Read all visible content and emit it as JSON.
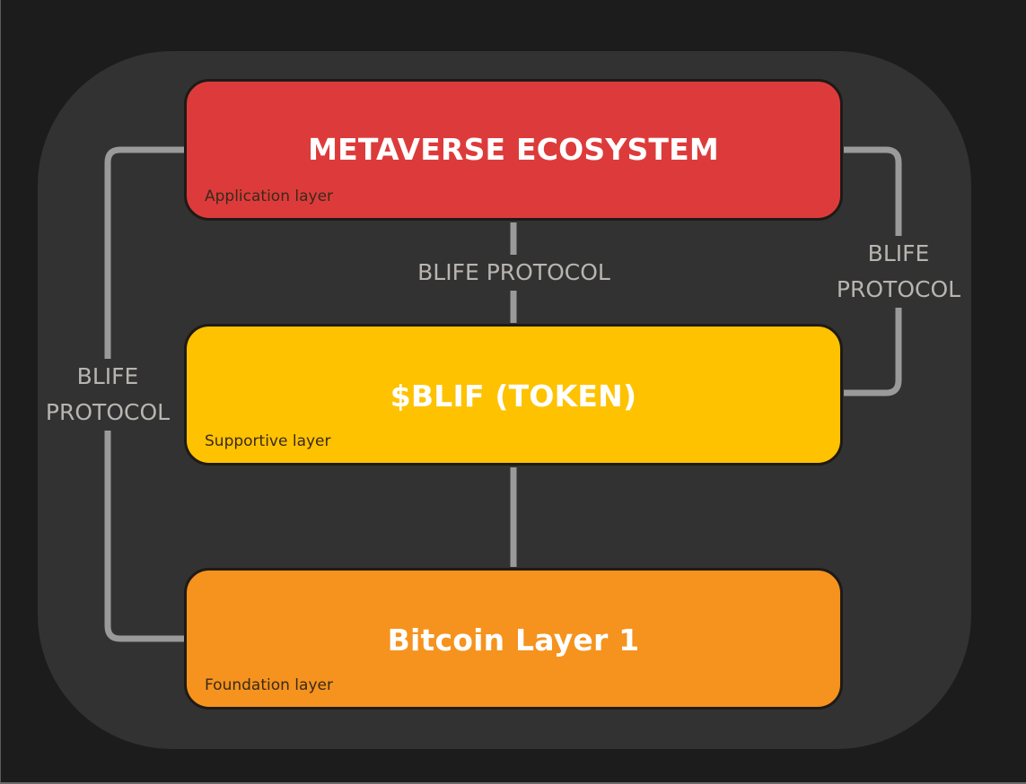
{
  "colors": {
    "background": "#1c1c1c",
    "panel": "#323232",
    "connector": "#9a9a9a",
    "application_layer": "#dd3b3b",
    "supportive_layer": "#fec200",
    "foundation_layer": "#f5931e",
    "label_text": "#b8b5b0"
  },
  "layers": [
    {
      "title": "METAVERSE ECOSYSTEM",
      "subtitle": "Application layer"
    },
    {
      "title": "$BLIF (TOKEN)",
      "subtitle": "Supportive layer"
    },
    {
      "title": "Bitcoin Layer 1",
      "subtitle": "Foundation layer"
    }
  ],
  "connectors": {
    "center_top_label": "BLIFE PROTOCOL",
    "right_label_line1": "BLIFE",
    "right_label_line2": "PROTOCOL",
    "left_label_line1": "BLIFE",
    "left_label_line2": "PROTOCOL"
  }
}
